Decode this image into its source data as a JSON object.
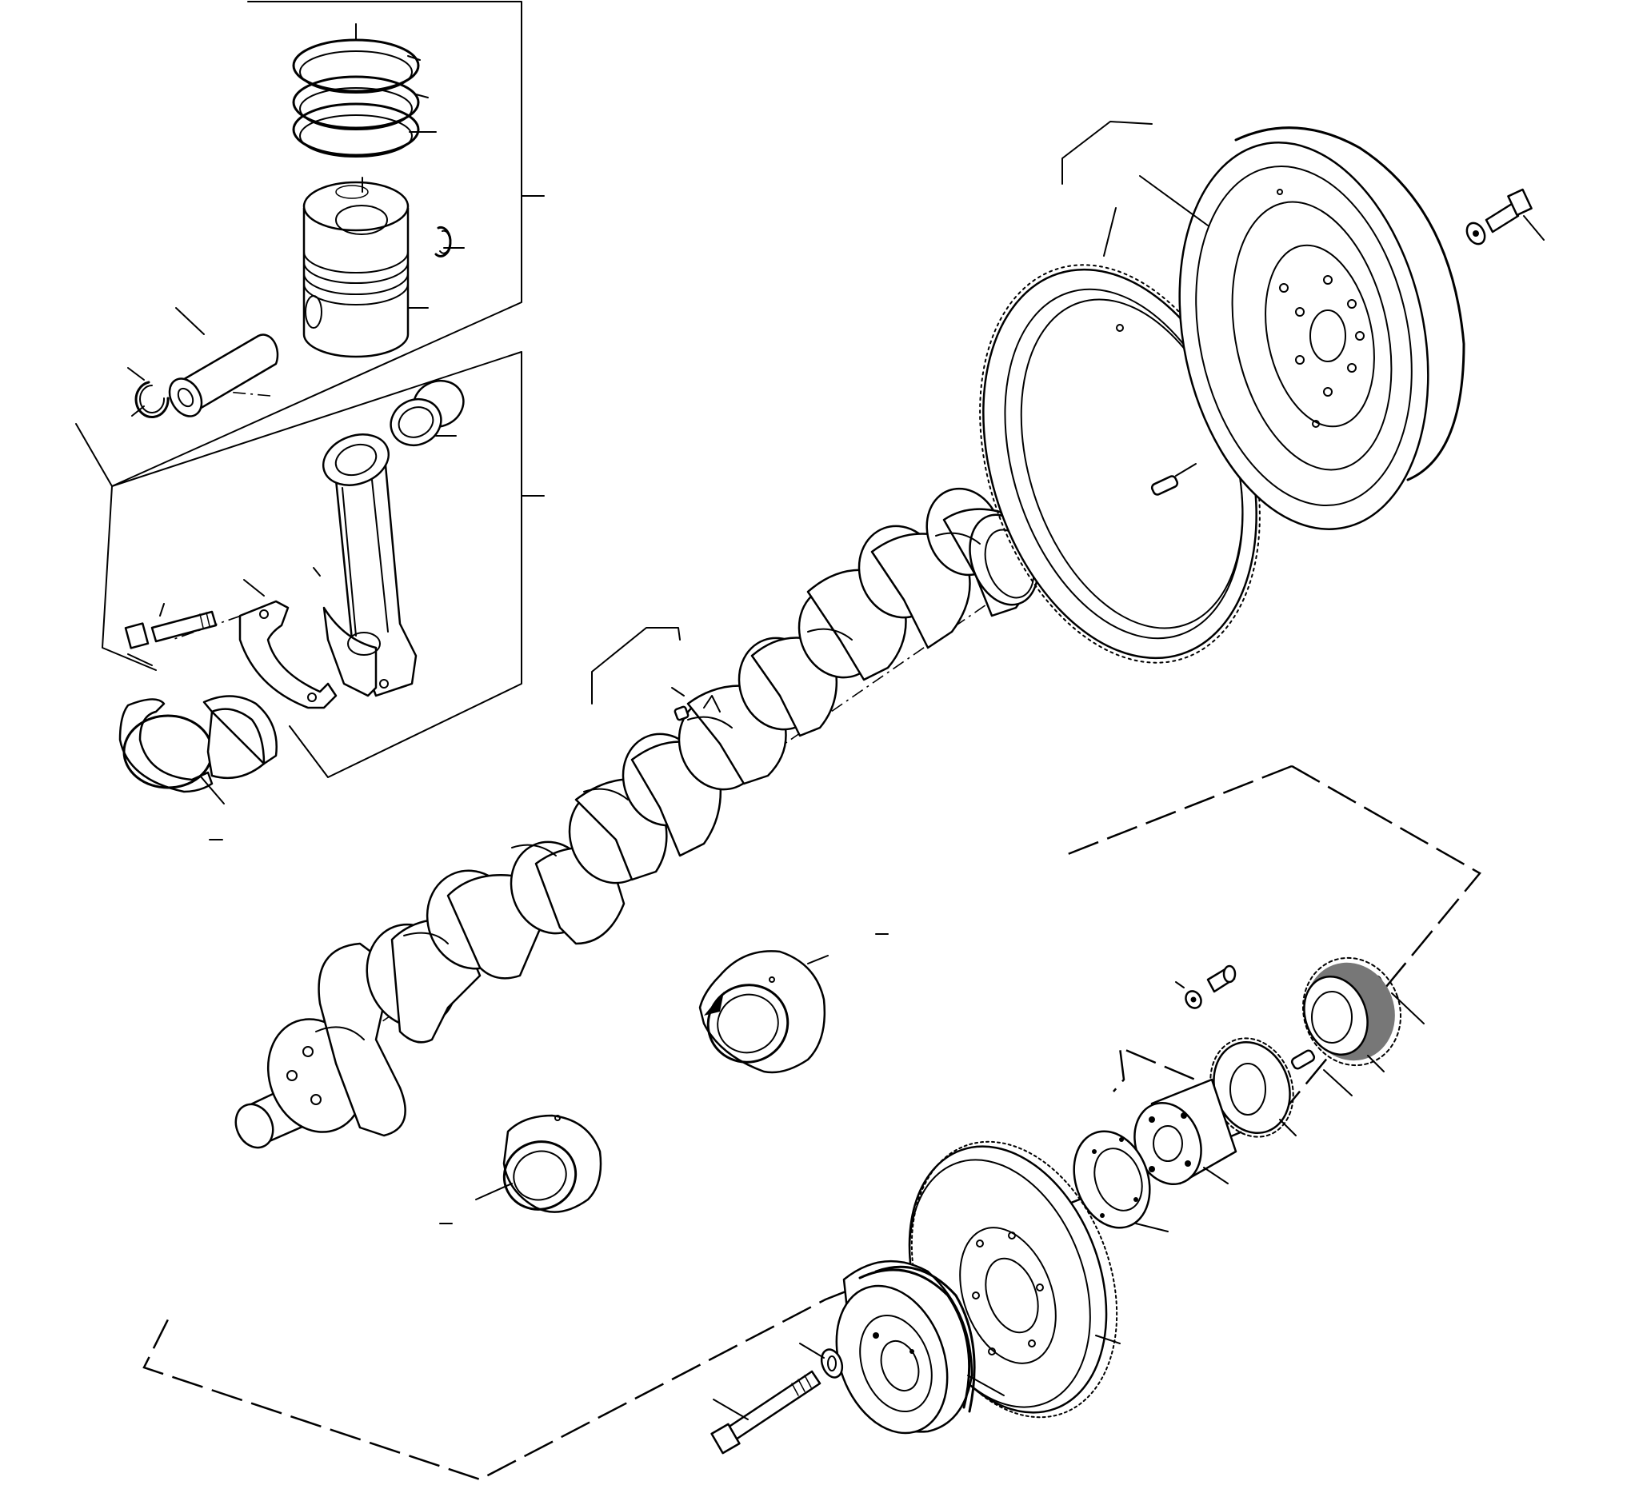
{
  "diagram": {
    "kind": "exploded-parts-view",
    "colors": {
      "ink": "#000000",
      "background": "#ffffff"
    },
    "groups": [
      {
        "id": "piston-group",
        "parts": [
          "piston-ring-set",
          "piston",
          "piston-pin",
          "circlip-left",
          "circlip-right"
        ]
      },
      {
        "id": "connecting-rod-group",
        "parts": [
          "connecting-rod",
          "small-end-bush",
          "rod-cap",
          "rod-bolt",
          "rod-bearing-shells"
        ]
      },
      {
        "id": "crankshaft-group",
        "parts": [
          "crankshaft",
          "crank-dowel",
          "main-bearing-shell-upper",
          "main-bearing-shell-lower",
          "thrust-bearing"
        ]
      },
      {
        "id": "flywheel-group",
        "parts": [
          "flywheel",
          "ring-gear",
          "flywheel-bolt",
          "flywheel-washer",
          "flywheel-dowel"
        ]
      },
      {
        "id": "front-end-group",
        "parts": [
          "crankshaft-gear",
          "idler-gear",
          "spacer",
          "adapter-plate",
          "vibration-damper",
          "crank-pulley",
          "pulley-bolt",
          "pulley-washer",
          "gear-screw",
          "gear-dowels"
        ]
      }
    ]
  }
}
